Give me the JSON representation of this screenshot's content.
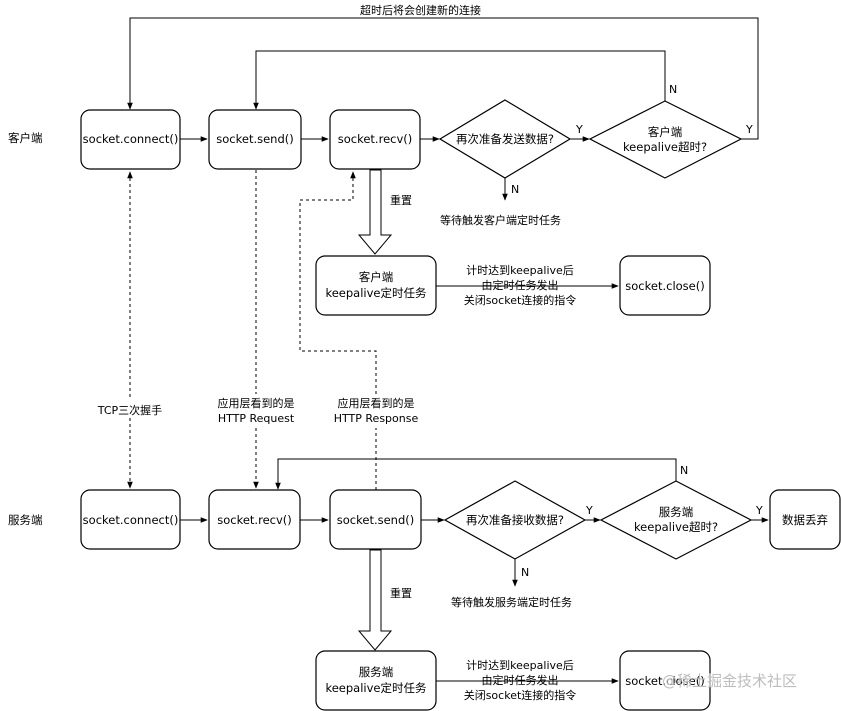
{
  "labels": {
    "timeout_new_connection": "超时后将会创建新的连接",
    "client_side": "客户端",
    "server_side": "服务端",
    "tcp_handshake": "TCP三次握手",
    "app_sees": "应用层看到的是",
    "http_request": "HTTP Request",
    "http_response": "HTTP Response",
    "reset": "重置",
    "wait_client_timer": "等待触发客户端定时任务",
    "wait_server_timer": "等待触发服务端定时任务",
    "timer_reach_l1": "计时达到keepalive后",
    "timer_reach_l2": "由定时任务发出",
    "timer_reach_l3": "关闭socket连接的指令",
    "yes": "Y",
    "no": "N"
  },
  "client": {
    "connect": "socket.connect()",
    "send": "socket.send()",
    "recv": "socket.recv()",
    "ready_send": "再次准备发送数据?",
    "timeout_l1": "客户端",
    "timeout_l2": "keepalive超时?",
    "timer_task_l1": "客户端",
    "timer_task_l2": "keepalive定时任务",
    "close": "socket.close()"
  },
  "server": {
    "connect": "socket.connect()",
    "recv": "socket.recv()",
    "send": "socket.send()",
    "ready_recv": "再次准备接收数据?",
    "timeout_l1": "服务端",
    "timeout_l2": "keepalive超时?",
    "drop_data": "数据丢弃",
    "timer_task_l1": "服务端",
    "timer_task_l2": "keepalive定时任务",
    "close": "socket.close()"
  },
  "watermark": "@稀土掘金技术社区"
}
